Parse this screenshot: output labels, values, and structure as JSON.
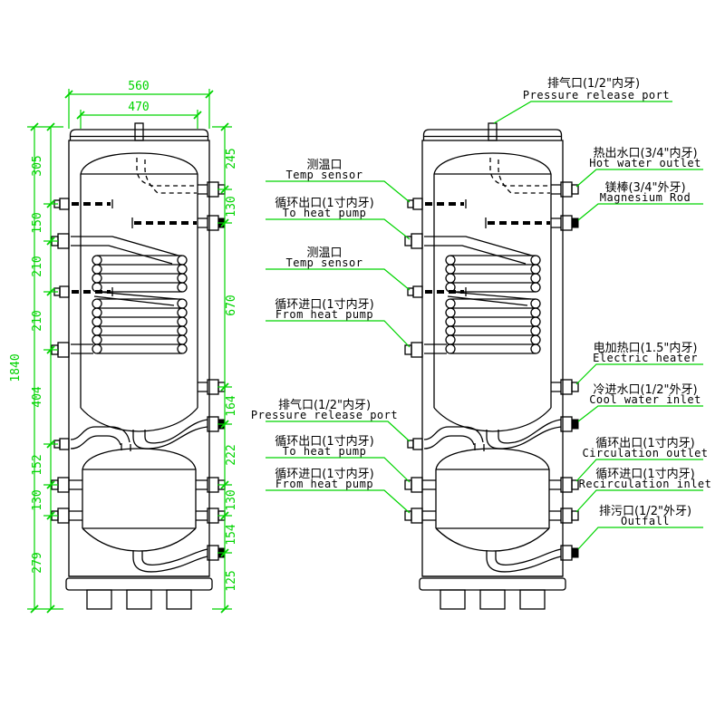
{
  "colors": {
    "dimension_green": "#00d400",
    "line_black": "#000000",
    "background": "#ffffff"
  },
  "dimensions": {
    "overall_height": "1840",
    "top_width_outer": "560",
    "top_width_inner": "470",
    "left_chain": [
      "305",
      "150",
      "210",
      "210",
      "404",
      "152",
      "130",
      "279"
    ],
    "right_chain": [
      "245",
      "130",
      "670",
      "164",
      "222",
      "130",
      "154",
      "125"
    ]
  },
  "callouts": {
    "top": {
      "zh": "排气口(1/2\"内牙)",
      "en": "Pressure release port"
    },
    "left": [
      {
        "zh": "测温口",
        "en": "Temp sensor"
      },
      {
        "zh": "循环出口(1寸内牙)",
        "en": "To heat pump"
      },
      {
        "zh": "测温口",
        "en": "Temp sensor"
      },
      {
        "zh": "循环进口(1寸内牙)",
        "en": "From heat pump"
      },
      {
        "zh": "排气口(1/2\"内牙)",
        "en": "Pressure release port"
      },
      {
        "zh": "循环出口(1寸内牙)",
        "en": "To heat pump"
      },
      {
        "zh": "循环进口(1寸内牙)",
        "en": "From heat pump"
      }
    ],
    "right": [
      {
        "zh": "热出水口(3/4\"内牙)",
        "en": "Hot water outlet"
      },
      {
        "zh": "镁棒(3/4\"外牙)",
        "en": "Magnesium Rod"
      },
      {
        "zh": "电加热口(1.5\"内牙)",
        "en": "Electric heater"
      },
      {
        "zh": "冷进水口(1/2\"外牙)",
        "en": "Cool water inlet"
      },
      {
        "zh": "循环出口(1寸内牙)",
        "en": "Circulation outlet"
      },
      {
        "zh": "循环进口(1寸内牙)",
        "en": "Recirculation inlet"
      },
      {
        "zh": "排污口(1/2\"外牙)",
        "en": "Outfall"
      }
    ]
  }
}
